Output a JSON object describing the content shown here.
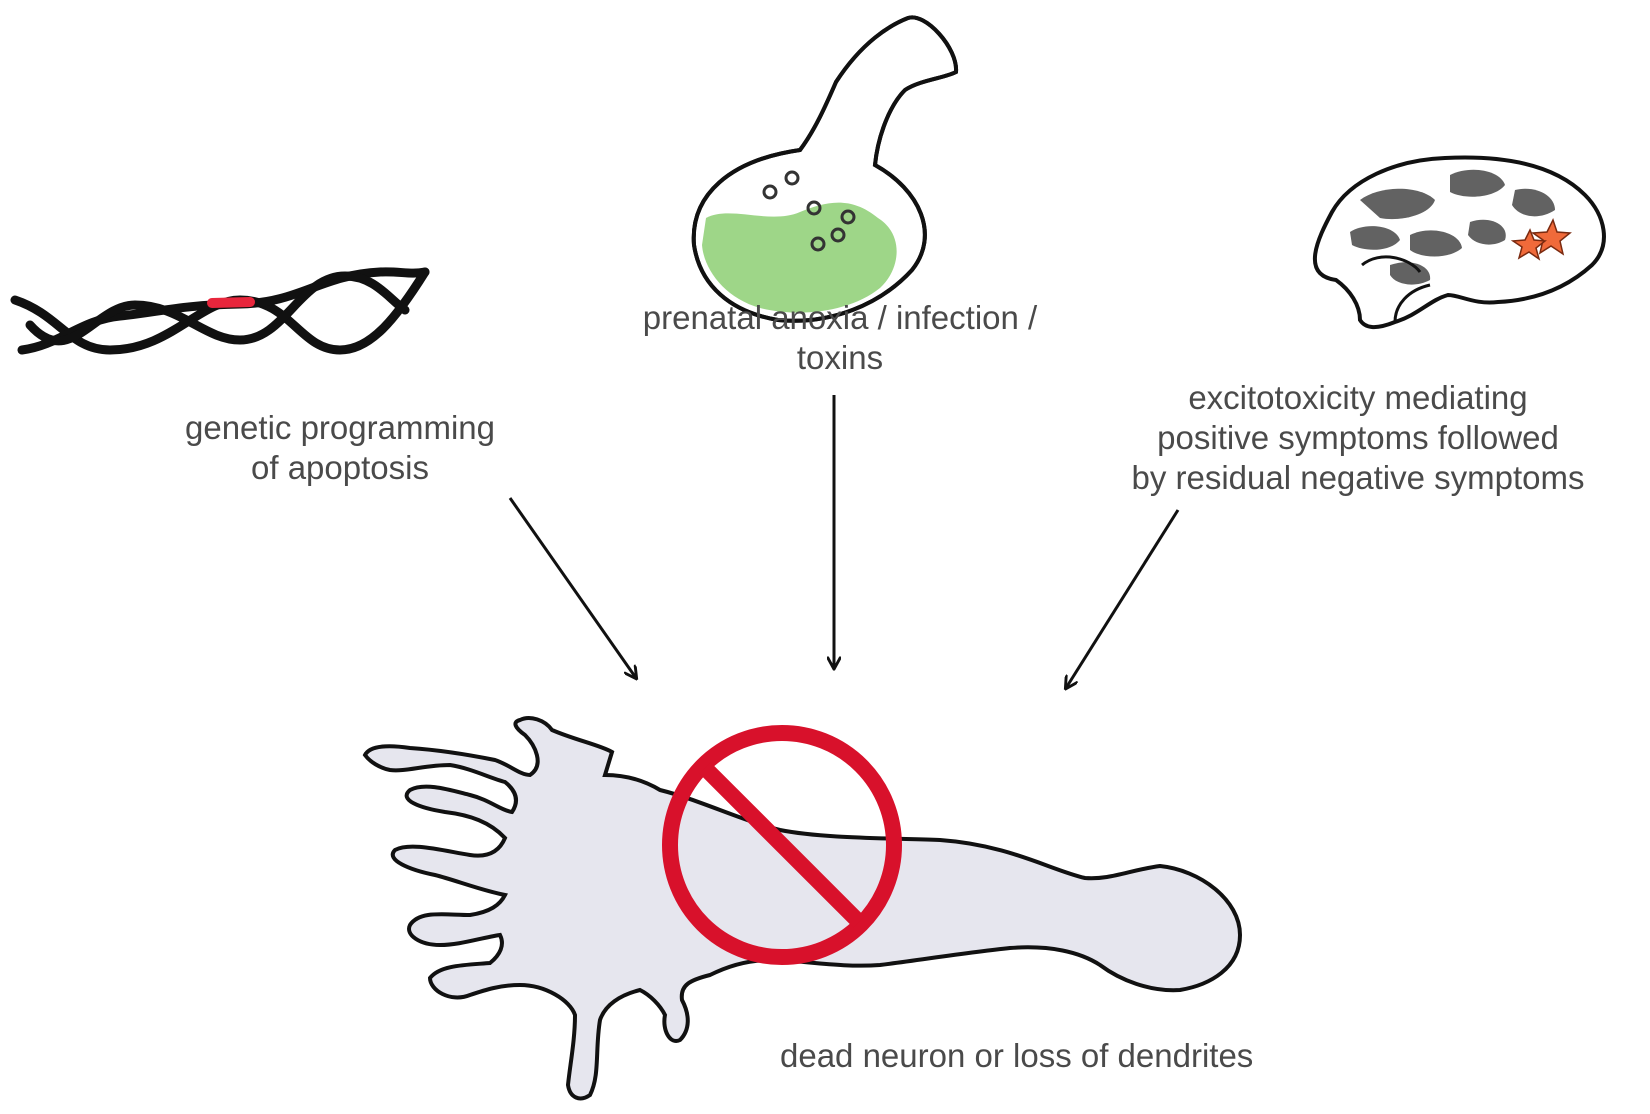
{
  "labels": {
    "genetic": [
      "genetic programming",
      "of apoptosis"
    ],
    "prenatal": [
      "prenatal anoxia / infection /",
      "toxins"
    ],
    "excitotoxicity": [
      "excitotoxicity mediating",
      "positive symptoms followed",
      "by residual negative symptoms"
    ],
    "outcome": "dead neuron or loss of dendrites"
  },
  "colors": {
    "outline": "#111111",
    "dna_highlight": "#e8263c",
    "flask_liquid": "#9ed688",
    "brain_shading": "#5a5a5a",
    "brain_hotspot": "#f06a3a",
    "neuron_fill": "#e6e6ee",
    "prohibition_sign": "#d8112b",
    "caption_text": "#4a4a4a"
  }
}
